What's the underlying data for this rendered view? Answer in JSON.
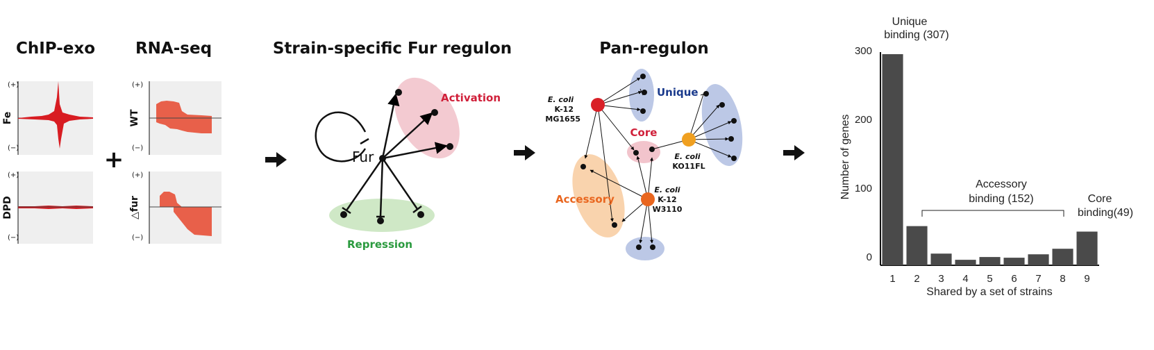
{
  "panel1": {
    "chip_title": "ChIP-exo",
    "rna_title": "RNA-seq",
    "plus_sign": "+",
    "chip_rows": [
      "Fe",
      "DPD"
    ],
    "rna_rows": [
      "WT",
      "△fur"
    ],
    "plus_label": "(+)",
    "minus_label": "(−)"
  },
  "panel2": {
    "title": "Strain-specific Fur regulon",
    "node": "Fur",
    "activation": "Activation",
    "repression": "Repression",
    "colors": {
      "activation": "#d0203a",
      "repression": "#2a9a3e"
    }
  },
  "panel3": {
    "title": "Pan-regulon",
    "unique": "Unique",
    "core": "Core",
    "accessory": "Accessory",
    "strains": [
      {
        "species": "E. coli",
        "line2": "K-12",
        "line3": "MG1655",
        "color": "#d92027"
      },
      {
        "species": "E. coli",
        "line2": "KO11FL",
        "line3": "",
        "color": "#f0a020"
      },
      {
        "species": "E. coli",
        "line2": "K-12",
        "line3": "W3110",
        "color": "#e9661f"
      }
    ],
    "colors": {
      "unique": "#1a3a8c",
      "core": "#d0203a",
      "accessory": "#e9661f"
    }
  },
  "chart_data": {
    "type": "bar",
    "xlabel": "Shared by a set of strains",
    "ylabel": "Number of genes",
    "categories": [
      "1",
      "2",
      "3",
      "4",
      "5",
      "6",
      "7",
      "8",
      "9"
    ],
    "values": [
      307,
      57,
      17,
      8,
      12,
      11,
      16,
      24,
      49
    ],
    "yticks": [
      0,
      100,
      200,
      300
    ],
    "ylim": [
      0,
      310
    ],
    "bar_color": "#4a4a4a",
    "annotations": {
      "unique": [
        "Unique",
        "binding (307)"
      ],
      "accessory": [
        "Accessory",
        "binding (152)"
      ],
      "core": [
        "Core",
        "binding(49)"
      ]
    }
  }
}
